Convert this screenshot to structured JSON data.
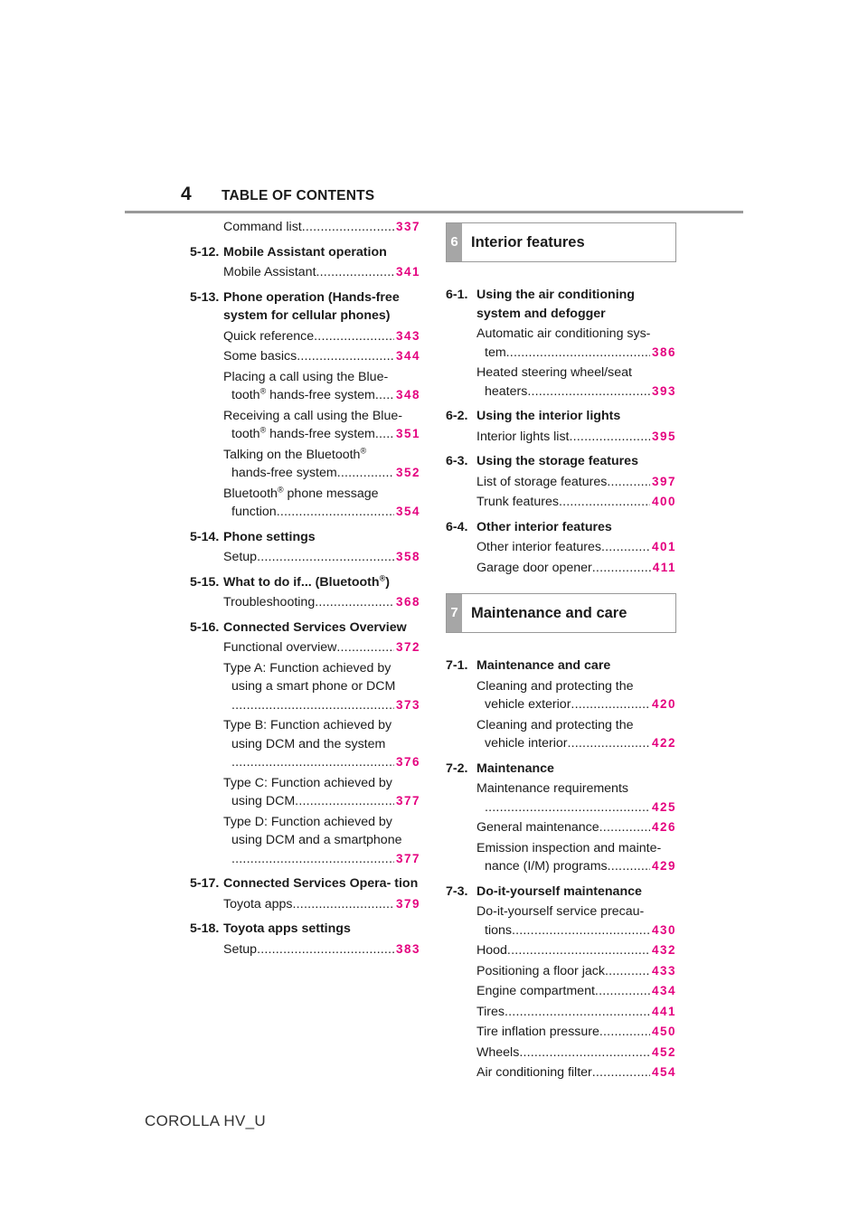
{
  "header": {
    "page_number": "4",
    "title": "TABLE OF CONTENTS"
  },
  "left": {
    "top_entries": [
      {
        "text": "Command list",
        "page": "337"
      }
    ],
    "sections": [
      {
        "num": "5-12.",
        "title": "Mobile Assistant operation",
        "entries": [
          {
            "text": "Mobile Assistant",
            "page": "341"
          }
        ]
      },
      {
        "num": "5-13.",
        "title": "Phone operation (Hands-free system for cellular phones)",
        "entries": [
          {
            "text": "Quick reference",
            "page": "343"
          },
          {
            "text": "Some basics",
            "page": "344"
          },
          {
            "line1": "Placing a call using the Blue-",
            "text": "tooth® hands-free system",
            "page": "348"
          },
          {
            "line1": "Receiving a call using the Blue-",
            "text": "tooth® hands-free system",
            "page": "351"
          },
          {
            "line1": "Talking on the Bluetooth®",
            "text": "hands-free system",
            "page": "352"
          },
          {
            "line1": "Bluetooth® phone message",
            "text": "function",
            "page": "354"
          }
        ]
      },
      {
        "num": "5-14.",
        "title": "Phone settings",
        "entries": [
          {
            "text": "Setup",
            "page": "358"
          }
        ]
      },
      {
        "num": "5-15.",
        "title": "What to do if... (Bluetooth®)",
        "entries": [
          {
            "text": "Troubleshooting",
            "page": "368"
          }
        ]
      },
      {
        "num": "5-16.",
        "title": "Connected Services Overview",
        "entries": [
          {
            "text": "Functional overview",
            "page": "372"
          },
          {
            "line1": "Type A: Function achieved by",
            "line2": "using a smart phone or DCM",
            "text": "",
            "page": "373"
          },
          {
            "line1": "Type B: Function achieved by",
            "line2": "using DCM and the system",
            "text": "",
            "page": "376"
          },
          {
            "line1": "Type C: Function achieved by",
            "text": "using DCM",
            "page": "377"
          },
          {
            "line1": "Type D: Function achieved by",
            "line2": "using DCM and a smartphone",
            "text": "",
            "page": "377"
          }
        ]
      },
      {
        "num": "5-17.",
        "title": "Connected Services Opera- tion",
        "entries": [
          {
            "text": "Toyota apps",
            "page": "379"
          }
        ]
      },
      {
        "num": "5-18.",
        "title": "Toyota apps settings",
        "entries": [
          {
            "text": "Setup",
            "page": "383"
          }
        ]
      }
    ]
  },
  "right": {
    "chapters": [
      {
        "num": "6",
        "title": "Interior features",
        "sections": [
          {
            "num": "6-1.",
            "title": "Using the air conditioning system and defogger",
            "entries": [
              {
                "line1": "Automatic air conditioning sys-",
                "text": "tem",
                "page": "386"
              },
              {
                "line1": "Heated steering wheel/seat",
                "text": "heaters",
                "page": "393"
              }
            ]
          },
          {
            "num": "6-2.",
            "title": "Using the interior lights",
            "entries": [
              {
                "text": "Interior lights list",
                "page": "395"
              }
            ]
          },
          {
            "num": "6-3.",
            "title": "Using the storage features",
            "entries": [
              {
                "text": "List of storage features",
                "page": "397"
              },
              {
                "text": "Trunk features",
                "page": "400"
              }
            ]
          },
          {
            "num": "6-4.",
            "title": "Other interior features",
            "entries": [
              {
                "text": "Other interior features",
                "page": "401"
              },
              {
                "text": "Garage door opener",
                "page": "411"
              }
            ]
          }
        ]
      },
      {
        "num": "7",
        "title": "Maintenance and care",
        "sections": [
          {
            "num": "7-1.",
            "title": "Maintenance and care",
            "entries": [
              {
                "line1": "Cleaning and protecting the",
                "text": "vehicle exterior",
                "page": "420"
              },
              {
                "line1": "Cleaning and protecting the",
                "text": "vehicle interior",
                "page": "422"
              }
            ]
          },
          {
            "num": "7-2.",
            "title": "Maintenance",
            "entries": [
              {
                "line1": "Maintenance requirements",
                "text": "",
                "page": "425"
              },
              {
                "text": "General maintenance",
                "page": "426"
              },
              {
                "line1": "Emission inspection and mainte-",
                "text": "nance (I/M) programs",
                "page": "429"
              }
            ]
          },
          {
            "num": "7-3.",
            "title": "Do-it-yourself maintenance",
            "entries": [
              {
                "line1": "Do-it-yourself service precau-",
                "text": "tions",
                "page": "430"
              },
              {
                "text": "Hood",
                "page": "432"
              },
              {
                "text": "Positioning a floor jack",
                "page": "433"
              },
              {
                "text": "Engine compartment",
                "page": "434"
              },
              {
                "text": "Tires",
                "page": "441"
              },
              {
                "text": "Tire inflation pressure",
                "page": "450"
              },
              {
                "text": "Wheels",
                "page": "452"
              },
              {
                "text": "Air conditioning filter",
                "page": "454"
              }
            ]
          }
        ]
      }
    ]
  },
  "footer": {
    "model": "COROLLA HV_U"
  }
}
